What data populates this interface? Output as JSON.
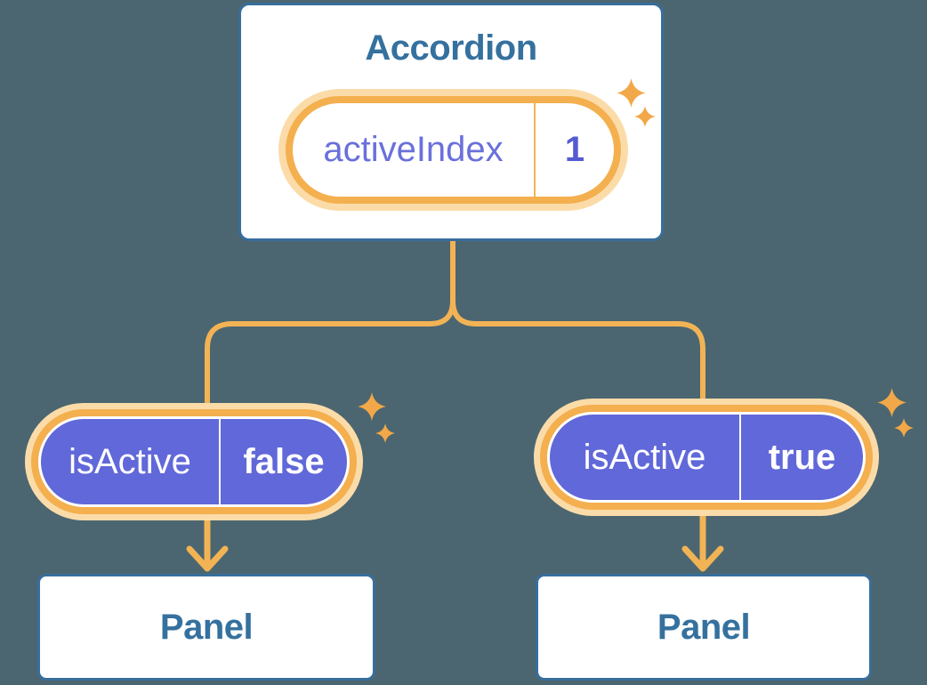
{
  "diagram": {
    "accordion": {
      "title": "Accordion",
      "state": {
        "name": "activeIndex",
        "value": "1"
      }
    },
    "children": [
      {
        "prop": {
          "name": "isActive",
          "value": "false"
        },
        "panel_label": "Panel"
      },
      {
        "prop": {
          "name": "isActive",
          "value": "true"
        },
        "panel_label": "Panel"
      }
    ],
    "icons": [
      "sparkle-icon"
    ],
    "colors": {
      "background": "#4B6670",
      "card_border": "#376E9C",
      "heading_text": "#35719E",
      "pill_ring_orange": "#F4AF4F",
      "pill_glow": "#FBDCA9",
      "connector_line": "#F2B355",
      "sparkle": "#F2A848",
      "prop_pill_fill": "#6168D9",
      "state_name_text": "#6A70DB",
      "state_value_text": "#545BD0",
      "prop_text": "#FFFFFF"
    }
  }
}
